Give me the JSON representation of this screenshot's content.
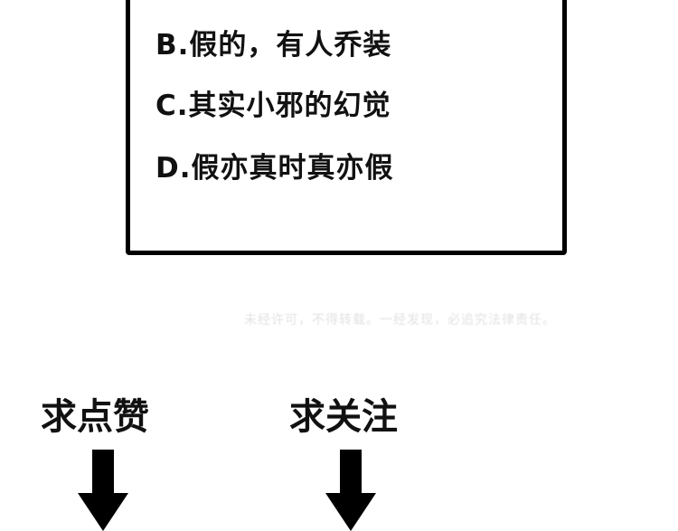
{
  "options": [
    {
      "label": "B.假的，有人乔装"
    },
    {
      "label": "C.其实小邪的幻觉"
    },
    {
      "label": "D.假亦真时真亦假"
    }
  ],
  "watermark": "未经许可，不得转载。一经发现，必追究法律责任。",
  "cta": {
    "like": "求点赞",
    "follow": "求关注"
  }
}
